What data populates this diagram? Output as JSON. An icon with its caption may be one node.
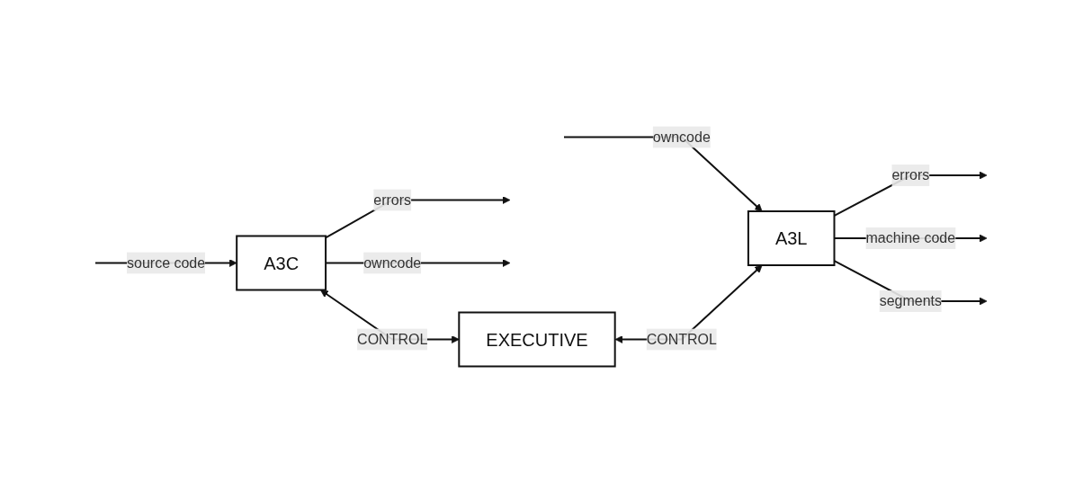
{
  "diagram": {
    "nodes": [
      {
        "text": [
          "A3C"
        ]
      },
      {
        "text": [
          "A3L"
        ]
      },
      {
        "text": [
          "EXECUTIVE"
        ]
      }
    ],
    "edges": [
      {
        "from": null,
        "to": 0,
        "arrow": "to",
        "label": "source code"
      },
      {
        "from": 0,
        "to": null,
        "arrow": "to",
        "label": "errors"
      },
      {
        "from": 0,
        "to": null,
        "arrow": "to",
        "label": "owncode"
      },
      {
        "from": null,
        "to": 1,
        "arrow": "to",
        "label": "owncode"
      },
      {
        "from": 1,
        "to": null,
        "arrow": "to",
        "label": "errors"
      },
      {
        "from": 1,
        "to": null,
        "arrow": "to",
        "label": "machine code"
      },
      {
        "from": 1,
        "to": null,
        "arrow": "to",
        "label": "segments"
      },
      {
        "from": 0,
        "to": 2,
        "arrow": "both",
        "label": "CONTROL"
      },
      {
        "from": 2,
        "to": 1,
        "arrow": "both",
        "label": "CONTROL"
      }
    ]
  }
}
